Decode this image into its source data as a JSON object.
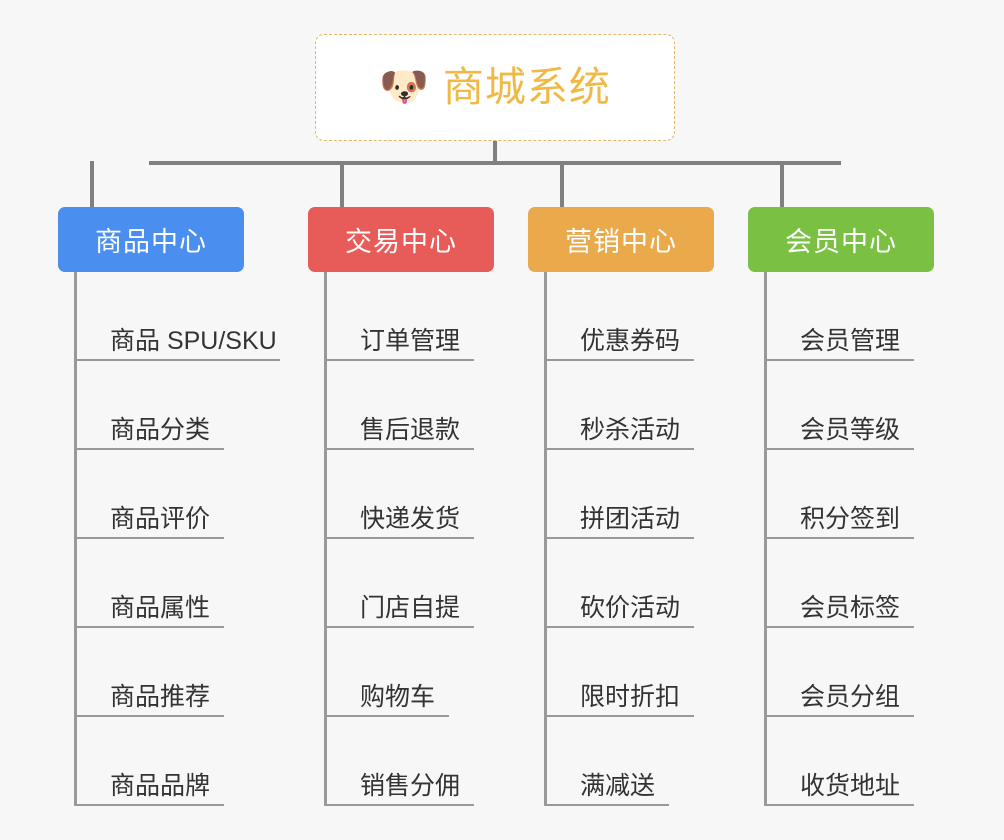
{
  "page": {
    "background": "#f7f7f7",
    "title": "商城系统"
  },
  "root": {
    "icon": "shiba-dog-face-icon",
    "emoji": "🐶",
    "label": "商城系统",
    "text_color": "#f0b945",
    "border_color": "#eab464",
    "background": "#ffffff"
  },
  "connector_color": "#808080",
  "branches": [
    {
      "label": "商品中心",
      "color": "#4a8eef",
      "text_color": "#ffffff",
      "items": [
        {
          "label": "商品 SPU/SKU"
        },
        {
          "label": "商品分类"
        },
        {
          "label": "商品评价"
        },
        {
          "label": "商品属性"
        },
        {
          "label": "商品推荐"
        },
        {
          "label": "商品品牌"
        }
      ]
    },
    {
      "label": "交易中心",
      "color": "#e75b58",
      "text_color": "#ffffff",
      "items": [
        {
          "label": "订单管理"
        },
        {
          "label": "售后退款"
        },
        {
          "label": "快递发货"
        },
        {
          "label": "门店自提"
        },
        {
          "label": "购物车"
        },
        {
          "label": "销售分佣"
        }
      ]
    },
    {
      "label": "营销中心",
      "color": "#eaa94b",
      "text_color": "#ffffff",
      "items": [
        {
          "label": "优惠券码"
        },
        {
          "label": "秒杀活动"
        },
        {
          "label": "拼团活动"
        },
        {
          "label": "砍价活动"
        },
        {
          "label": "限时折扣"
        },
        {
          "label": "满减送"
        }
      ]
    },
    {
      "label": "会员中心",
      "color": "#7ac143",
      "text_color": "#ffffff",
      "items": [
        {
          "label": "会员管理"
        },
        {
          "label": "会员等级"
        },
        {
          "label": "积分签到"
        },
        {
          "label": "会员标签"
        },
        {
          "label": "会员分组"
        },
        {
          "label": "收货地址"
        }
      ]
    }
  ]
}
